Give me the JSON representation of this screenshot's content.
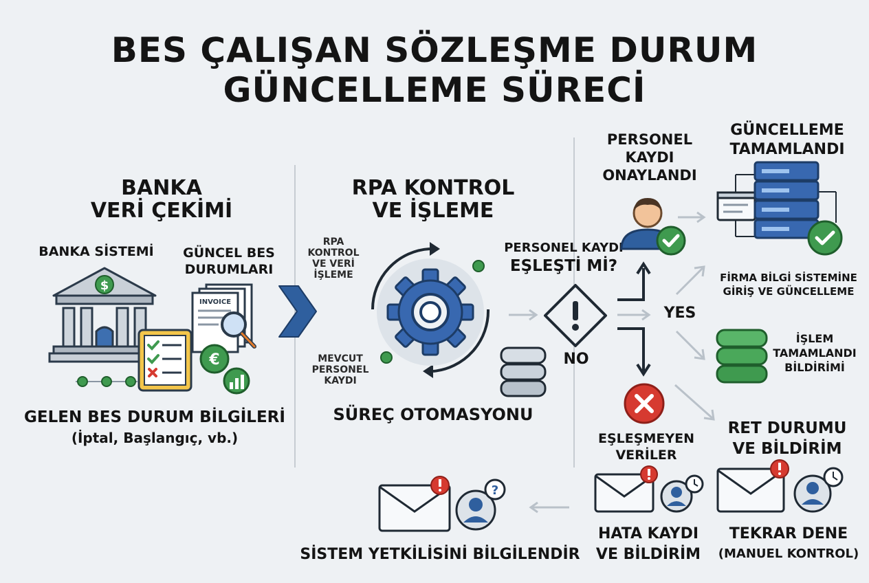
{
  "title_line1": "BES ÇALIŞAN SÖZLEŞME DURUM",
  "title_line2": "GÜNCELLEME SÜRECİ",
  "section1": {
    "heading_line1": "BANKA",
    "heading_line2": "VERİ ÇEKİMİ",
    "bank_label": "BANKA SİSTEMİ",
    "status_label_line1": "GÜNCEL BES",
    "status_label_line2": "DURUMLARI",
    "invoice_text": "INVOICE",
    "bottom_line1": "GELEN BES DURUM BİLGİLERİ",
    "bottom_line2": "(İptal, Başlangıç, vb.)"
  },
  "section2": {
    "heading_line1": "RPA KONTROL",
    "heading_line2": "VE İŞLEME",
    "left_top_line1": "RPA",
    "left_top_line2": "KONTROL",
    "left_top_line3": "VE VERİ",
    "left_top_line4": "İŞLEME",
    "left_bottom_line1": "MEVCUT",
    "left_bottom_line2": "PERSONEL",
    "left_bottom_line3": "KAYDI",
    "bottom": "SÜREÇ OTOMASYONU"
  },
  "decision": {
    "question_line1": "PERSONEL KAYDI",
    "question_line2": "EŞLEŞTİ Mİ?",
    "yes": "YES",
    "no": "NO"
  },
  "approved": {
    "line1": "PERSONEL",
    "line2": "KAYDI",
    "line3": "ONAYLANDI"
  },
  "completed": {
    "line1": "GÜNCELLEME",
    "line2": "TAMAMLANDI",
    "firm_line1": "FİRMA BİLGİ SİSTEMİNE",
    "firm_line2": "GİRİŞ VE GÜNCELLEME",
    "notify_line1": "İŞLEM",
    "notify_line2": "TAMAMLANDI",
    "notify_line3": "BİLDİRİMİ"
  },
  "mismatch": {
    "line1": "EŞLEŞMEYEN",
    "line2": "VERİLER",
    "error_line1": "HATA KAYDI",
    "error_line2": "VE BİLDİRİM"
  },
  "reject": {
    "line1": "RET DURUMU",
    "line2": "VE BİLDİRİM",
    "retry_line1": "TEKRAR DENE",
    "retry_line2": "(MANUEL KONTROL)"
  },
  "inform": "SİSTEM YETKİLİSİNİ BİLGİLENDİR",
  "colors": {
    "blue": "#2f5f9e",
    "green": "#3f9a4f",
    "red": "#d63a30",
    "grey": "#8a96a3",
    "navy": "#2b4a77"
  }
}
